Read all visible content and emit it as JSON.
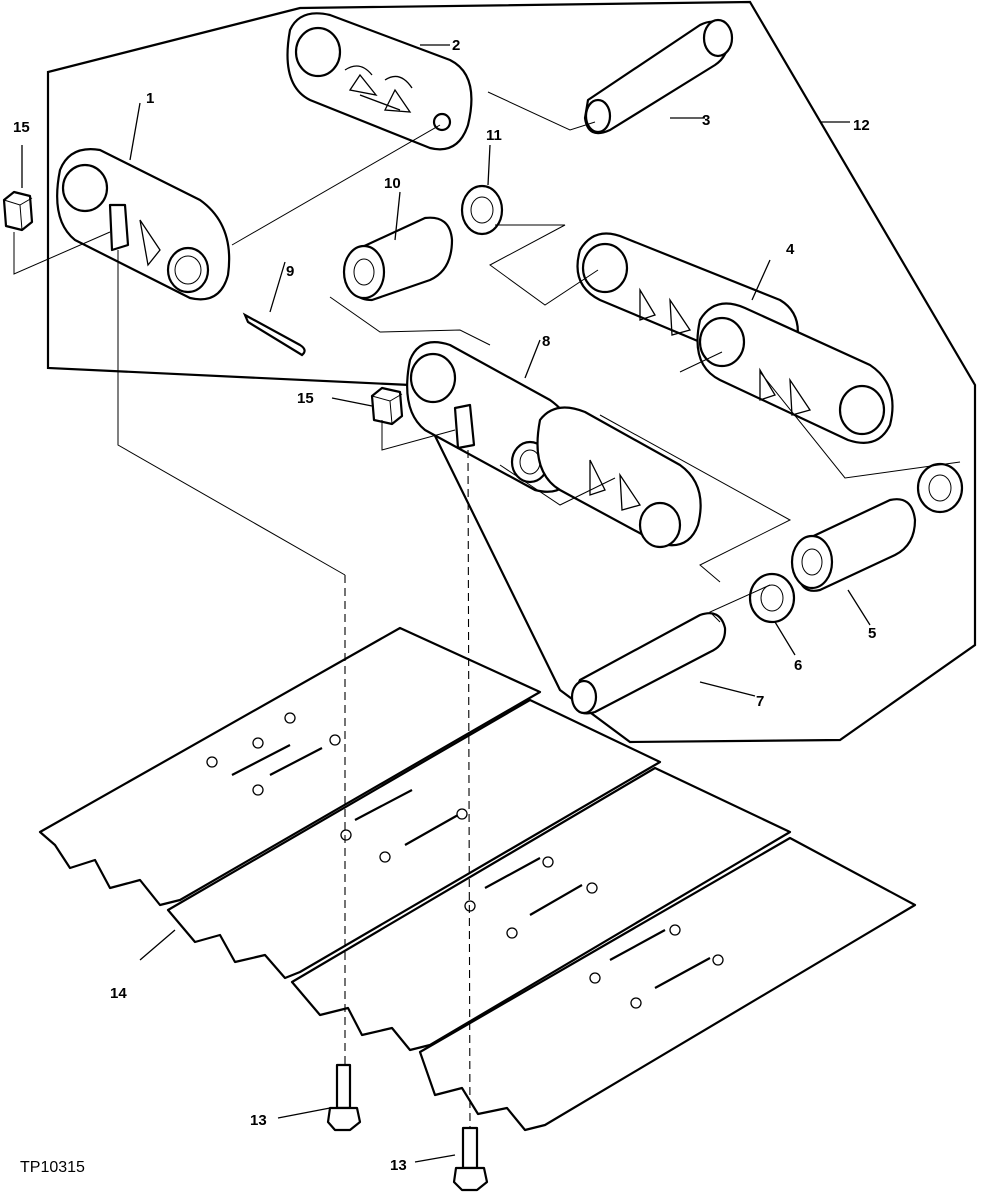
{
  "figure_id": "TP10315",
  "callouts": {
    "c1": "1",
    "c2": "2",
    "c3": "3",
    "c4": "4",
    "c5": "5",
    "c6": "6",
    "c7": "7",
    "c8": "8",
    "c9": "9",
    "c10": "10",
    "c11": "11",
    "c12": "12",
    "c13a": "13",
    "c13b": "13",
    "c14": "14",
    "c15a": "15",
    "c15b": "15"
  }
}
